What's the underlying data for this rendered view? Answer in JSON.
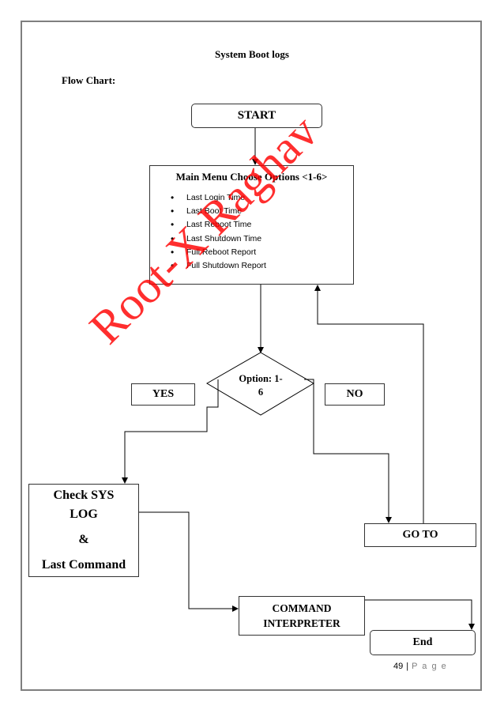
{
  "document": {
    "title": "System Boot logs",
    "subtitle": "Flow Chart:"
  },
  "flowchart": {
    "start": "START",
    "menu": {
      "title": "Main Menu Choose Options <1-6>",
      "items": [
        "Last Login Time",
        "Last Boot Time",
        "Last Reboot Time",
        " Last Shutdown Time",
        " Full Reboot Report",
        "Full Shutdown Report"
      ]
    },
    "decision": {
      "line1": "Option: 1-",
      "line2": "6"
    },
    "yes": "YES",
    "no": "NO",
    "check": {
      "line1": "Check SYS",
      "line2": "LOG",
      "line3": "&",
      "line4": "Last Command"
    },
    "goto": "GO TO",
    "command": {
      "line1": "COMMAND",
      "line2": "INTERPRETER"
    },
    "end": "End"
  },
  "watermark": "Root-X Raghav",
  "footer": {
    "page_number": "49",
    "separator": "|",
    "page_label": "P a g e"
  },
  "colors": {
    "watermark": "#ff0000",
    "border": "#7f7f7f",
    "lines": "#000000"
  }
}
